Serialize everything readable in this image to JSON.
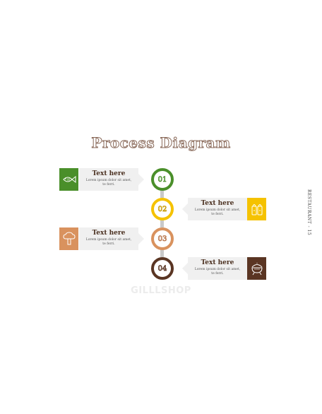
{
  "title": "Process Diagram",
  "side_label": "RESTAURANT - 15",
  "watermark": "GILLLSHOP",
  "colors": {
    "green": "#4a8f2a",
    "yellow": "#f5c200",
    "tan": "#d9925e",
    "brown": "#5a3523",
    "connector": "#c9c9c9",
    "card": "#f0f0f0"
  },
  "steps": [
    {
      "number": "01",
      "color": "#4a8f2a",
      "side": "left",
      "icon": "fish-icon",
      "title": "Text here",
      "body": "Lorem ipsum dolor sit amet, te ferri."
    },
    {
      "number": "02",
      "color": "#f5c200",
      "side": "right",
      "icon": "salt-pepper-icon",
      "title": "Text here",
      "body": "Lorem ipsum dolor sit amet, te ferri."
    },
    {
      "number": "03",
      "color": "#d9925e",
      "side": "left",
      "icon": "broccoli-icon",
      "title": "Text here",
      "body": "Lorem ipsum dolor sit amet, te ferri."
    },
    {
      "number": "04",
      "color": "#5a3523",
      "side": "right",
      "icon": "grill-icon",
      "title": "Text here",
      "body": "Lorem ipsum dolor sit amet, te ferri."
    }
  ]
}
